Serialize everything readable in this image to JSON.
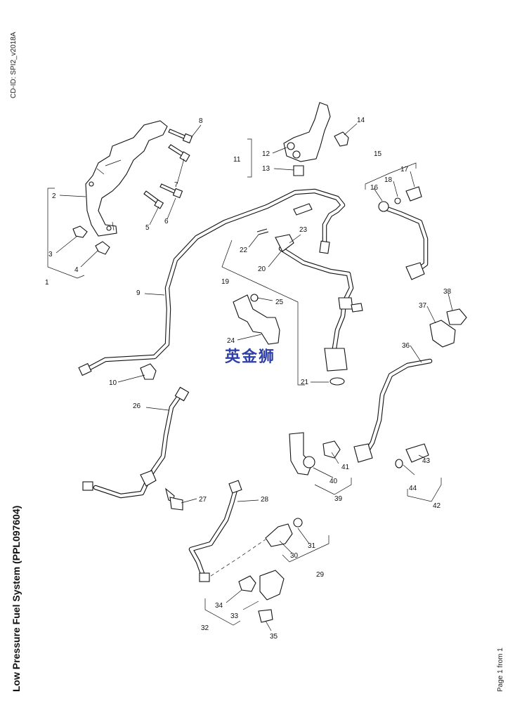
{
  "document": {
    "cd_id": "CD-ID: SPI2_v2018A",
    "title": "Low Pressure Fuel System (PPL097604)",
    "page": "Page 1 from 1",
    "watermark": "英金狮"
  },
  "callouts": [
    "1",
    "2",
    "3",
    "4",
    "5",
    "6",
    "7",
    "8",
    "9",
    "10",
    "11",
    "12",
    "13",
    "14",
    "15",
    "16",
    "17",
    "18",
    "19",
    "20",
    "21",
    "22",
    "23",
    "24",
    "25",
    "26",
    "27",
    "28",
    "29",
    "30",
    "31",
    "32",
    "33",
    "34",
    "35",
    "36",
    "37",
    "38",
    "39",
    "40",
    "41",
    "42",
    "43",
    "44"
  ]
}
